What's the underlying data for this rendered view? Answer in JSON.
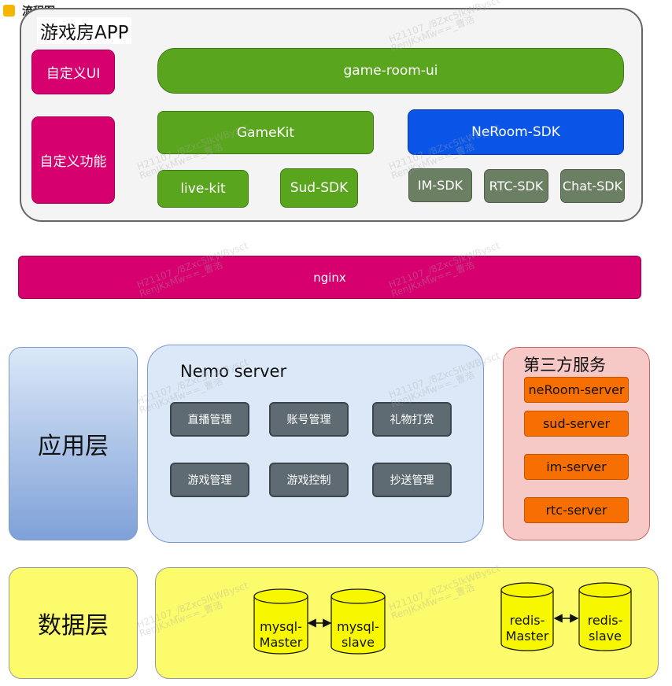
{
  "header": {
    "title": "流程图"
  },
  "app": {
    "title": "游戏房APP",
    "custom_ui": "自定义UI",
    "custom_feature": "自定义功能",
    "game_room_ui": "game-room-ui",
    "gamekit": "GameKit",
    "live_kit": "live-kit",
    "sud_sdk": "Sud-SDK",
    "neroom_sdk": "NeRoom-SDK",
    "im_sdk": "IM-SDK",
    "rtc_sdk": "RTC-SDK",
    "chat_sdk": "Chat-SDK"
  },
  "nginx": "nginx",
  "application_layer": {
    "label": "应用层",
    "nemo_title": "Nemo server",
    "modules": [
      "直播管理",
      "账号管理",
      "礼物打赏",
      "游戏管理",
      "游戏控制",
      "抄送管理"
    ],
    "third_party_title": "第三方服务",
    "services": [
      "neRoom-server",
      "sud-server",
      "im-server",
      "rtc-server"
    ]
  },
  "data_layer": {
    "label": "数据层",
    "mysql_master": [
      "mysql-",
      "Master"
    ],
    "mysql_slave": [
      "mysql-",
      "slave"
    ],
    "redis_master": [
      "redis-",
      "Master"
    ],
    "redis_slave": [
      "redis-",
      "slave"
    ]
  },
  "watermark": [
    "H21107_/8Zxc5lkWBysct",
    "RenJKxMw==_曹浩"
  ],
  "colors": {
    "magenta": "#d6006f",
    "green": "#5aa51e",
    "blue": "#0a55e8",
    "sdk_gray_green": "#6b7f62",
    "module_gray": "#5f6b73",
    "orange": "#f76f00",
    "yellow": "#fbfb6b",
    "light_blue": "#dbe8f8",
    "pink": "#f6c9c6"
  }
}
